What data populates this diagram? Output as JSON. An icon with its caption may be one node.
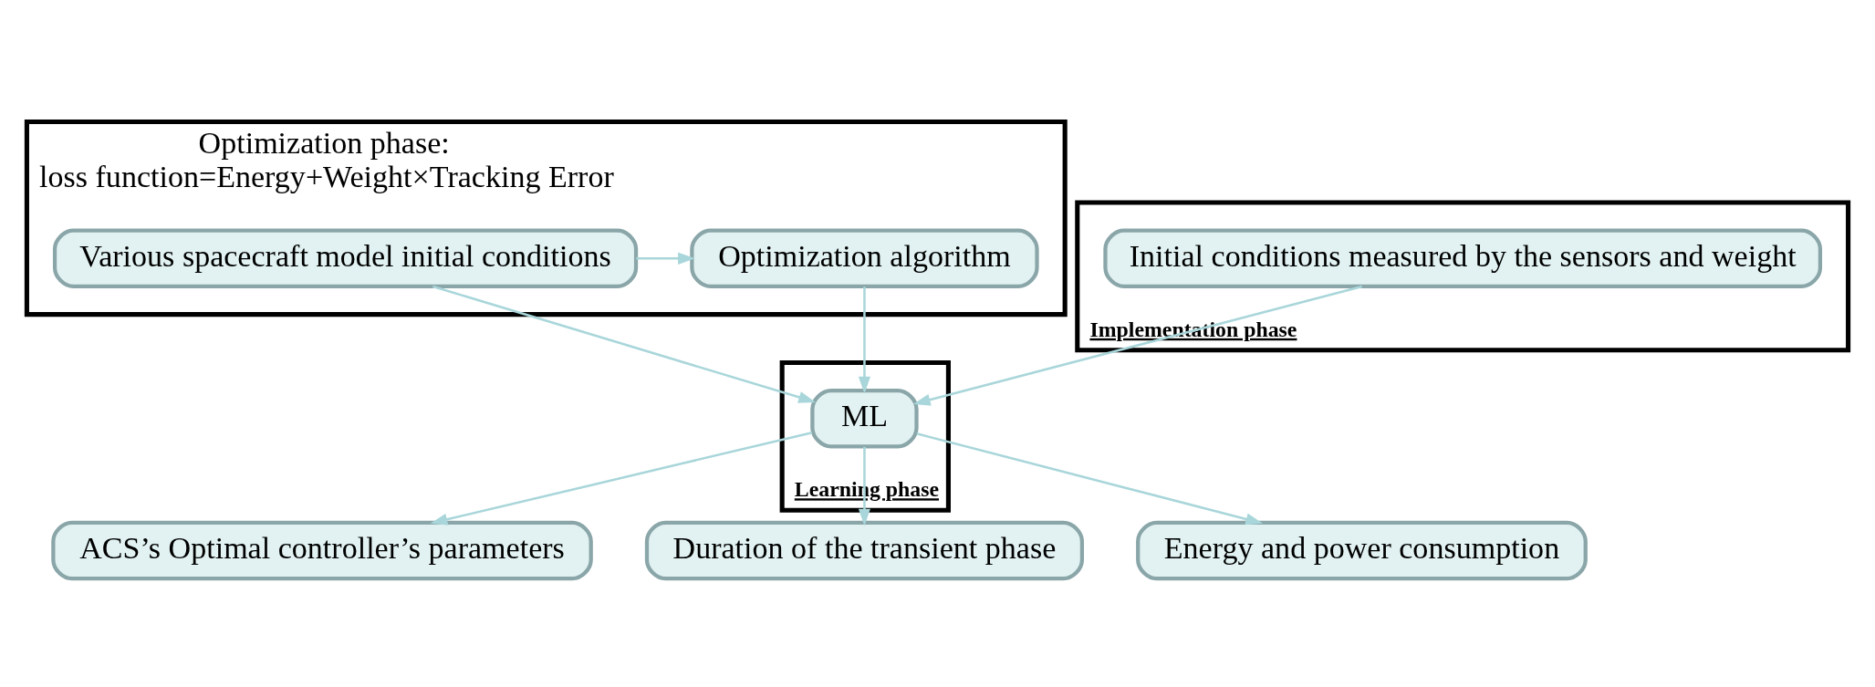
{
  "diagram": {
    "nodes": [
      {
        "text": [
          "Optimization phase:",
          "loss function=Energy+Weight×Tracking Error"
        ]
      },
      {
        "text": [
          "Optimization algorithm"
        ],
        "in": 0
      },
      {
        "text": [
          "Various spacecraft model initial conditions"
        ],
        "in": 0
      },
      {
        "text": [
          "Implementation phase"
        ]
      },
      {
        "text": [
          "Initial conditions measured by the sensors and weight"
        ],
        "in": 3
      },
      {
        "text": [
          "Learning phase"
        ]
      },
      {
        "text": [
          "ML"
        ],
        "in": 5
      },
      {
        "text": [
          "ACS’s Optimal controller’s parameters"
        ]
      },
      {
        "text": [
          "Duration of the transient phase"
        ]
      },
      {
        "text": [
          "Energy and power consumption"
        ]
      }
    ],
    "edges": [
      {
        "from": 2,
        "to": 1,
        "arrow": "to"
      },
      {
        "from": 1,
        "to": 6,
        "arrow": "to"
      },
      {
        "from": 2,
        "to": 6,
        "arrow": "to"
      },
      {
        "from": 4,
        "to": 6,
        "arrow": "to"
      },
      {
        "from": 6,
        "to": 7,
        "arrow": "to"
      },
      {
        "from": 6,
        "to": 8,
        "arrow": "to"
      },
      {
        "from": 6,
        "to": 9,
        "arrow": "to"
      }
    ]
  }
}
